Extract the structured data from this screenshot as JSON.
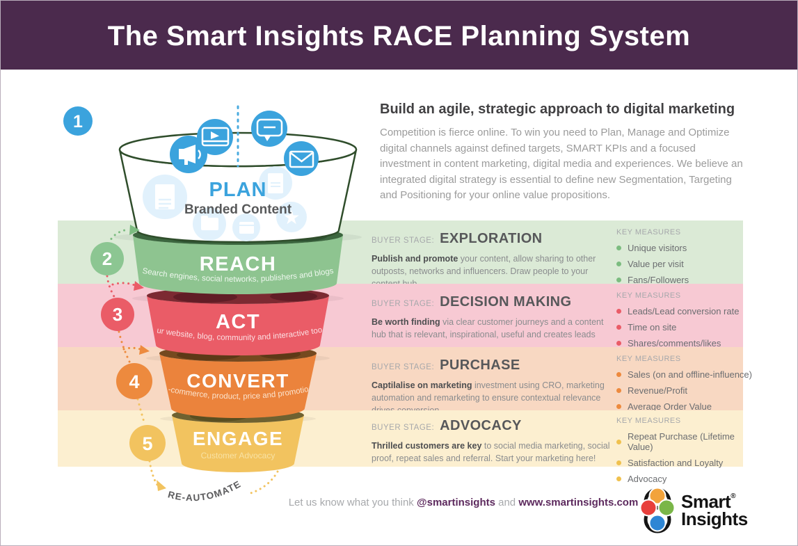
{
  "header": {
    "title": "The Smart Insights RACE Planning System"
  },
  "intro": {
    "heading": "Build an agile, strategic approach to digital marketing",
    "body": "Competition is fierce online. To win you need to Plan, Manage and Optimize digital channels against defined targets, SMART KPIs and a focused investment in content marketing, digital media and experiences. We believe an integrated digital strategy is essential to define new Segmentation, Targeting and Positioning for your online value propositions."
  },
  "funnel": {
    "plan": {
      "step": "1",
      "label": "PLAN",
      "sublabel": "Branded Content"
    },
    "reach": {
      "step": "2",
      "label": "REACH",
      "sublabel": "Search engines, social networks, publishers and blogs"
    },
    "act": {
      "step": "3",
      "label": "ACT",
      "sublabel": "Your website, blog, community and interactive tools"
    },
    "convert": {
      "step": "4",
      "label": "CONVERT",
      "sublabel": "E-commerce, product, price and promotion"
    },
    "engage": {
      "step": "5",
      "label": "ENGAGE",
      "sublabel": "Customer Advocacy"
    },
    "reautomate_label": "RE-AUTOMATE"
  },
  "rows": [
    {
      "buyer_stage_label": "BUYER STAGE:",
      "stage": "EXPLORATION",
      "lead": "Publish and promote",
      "rest": " your content, allow sharing to other outposts, networks and influencers. Draw people to your content hub...",
      "key_measures_label": "KEY MEASURES",
      "measures": [
        "Unique visitors",
        "Value per visit",
        "Fans/Followers"
      ]
    },
    {
      "buyer_stage_label": "BUYER STAGE:",
      "stage": "DECISION MAKING",
      "lead": "Be worth finding",
      "rest": " via clear customer journeys and a content hub that is relevant, inspirational, useful and creates leads",
      "key_measures_label": "KEY MEASURES",
      "measures": [
        "Leads/Lead conversion rate",
        "Time on site",
        "Shares/comments/likes"
      ]
    },
    {
      "buyer_stage_label": "BUYER STAGE:",
      "stage": "PURCHASE",
      "lead": "Captilalise on marketing",
      "rest": " investment using CRO, marketing automation and remarketing to ensure contextual relevance drives conversion",
      "key_measures_label": "KEY MEASURES",
      "measures": [
        "Sales (on and offline-influence)",
        "Revenue/Profit",
        "Average Order Value"
      ]
    },
    {
      "buyer_stage_label": "BUYER STAGE:",
      "stage": "ADVOCACY",
      "lead": "Thrilled customers are key",
      "rest": " to social media marketing, social proof, repeat sales and referral. Start your marketing here!",
      "key_measures_label": "KEY MEASURES",
      "measures": [
        "Repeat Purchase (Lifetime Value)",
        "Satisfaction and Loyalty",
        "Advocacy"
      ]
    }
  ],
  "footer": {
    "prefix": "Let us know what you think ",
    "handle": "@smartinsights",
    "connector": " and ",
    "url": "www.smartinsights.com",
    "logo_line1": "Smart",
    "logo_line2": "Insights",
    "registered": "®"
  },
  "icons": {
    "plan_icons": [
      "megaphone-icon",
      "video-icon",
      "chat-icon",
      "email-icon",
      "document-icon",
      "star-icon",
      "folder-icon",
      "calendar-icon"
    ]
  },
  "colors": {
    "header_bg": "#4b2a4d",
    "plan_blue": "#3ba3dd",
    "reach_green": "#8ec490",
    "reach_band": "#dbead6",
    "act_red": "#ea5c67",
    "act_band": "#f7c9d3",
    "convert_orange": "#eb833c",
    "convert_band": "#f8d8c2",
    "engage_yellow": "#f2c35f",
    "engage_band": "#fcefd0",
    "footer_purple": "#5d2a5e"
  }
}
